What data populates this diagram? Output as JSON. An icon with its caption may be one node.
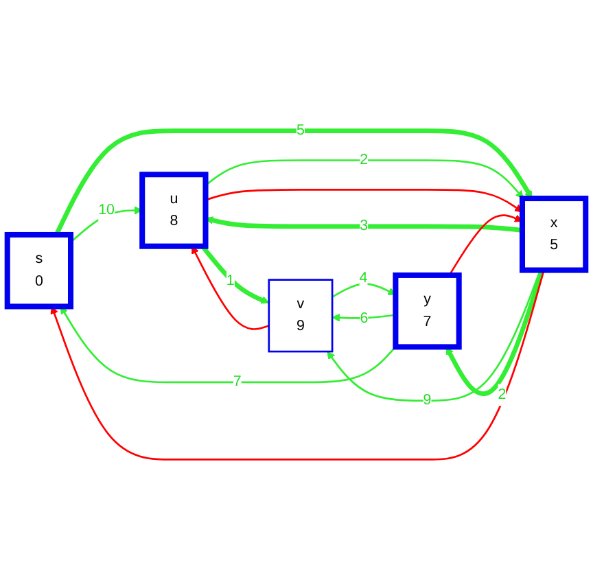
{
  "diagram": {
    "nodes": [
      {
        "text": [
          "s",
          "0"
        ]
      },
      {
        "text": [
          "u",
          "8"
        ]
      },
      {
        "text": [
          "v",
          "9"
        ]
      },
      {
        "text": [
          "x",
          "5"
        ]
      },
      {
        "text": [
          "y",
          "7"
        ]
      }
    ],
    "edges": [
      {
        "from": 0,
        "to": 1,
        "arrow": "to",
        "label": "10"
      },
      {
        "from": 0,
        "to": 3,
        "arrow": "to",
        "label": "5",
        "style": "thick"
      },
      {
        "from": 1,
        "to": 2,
        "arrow": "to",
        "label": "1",
        "style": "thick"
      },
      {
        "from": 1,
        "to": 3,
        "arrow": "to",
        "label": "2"
      },
      {
        "from": 3,
        "to": 1,
        "arrow": "to",
        "label": "3",
        "style": "thick"
      },
      {
        "from": 3,
        "to": 2,
        "arrow": "to",
        "label": "9"
      },
      {
        "from": 2,
        "to": 4,
        "arrow": "to",
        "label": "4"
      },
      {
        "from": 4,
        "to": 2,
        "arrow": "to",
        "label": "6"
      },
      {
        "from": 3,
        "to": 4,
        "arrow": "to",
        "label": "2",
        "style": "thick"
      },
      {
        "from": 4,
        "to": 0,
        "arrow": "to",
        "label": "7"
      },
      {
        "from": 2,
        "to": 1,
        "arrow": "to",
        "color": "#ff0000"
      },
      {
        "from": 1,
        "to": 3,
        "arrow": "to",
        "color": "#ff0000"
      },
      {
        "from": 3,
        "to": 0,
        "arrow": "to",
        "color": "#ff0000"
      },
      {
        "from": 4,
        "to": 3,
        "arrow": "to",
        "color": "#ff0000"
      }
    ]
  }
}
